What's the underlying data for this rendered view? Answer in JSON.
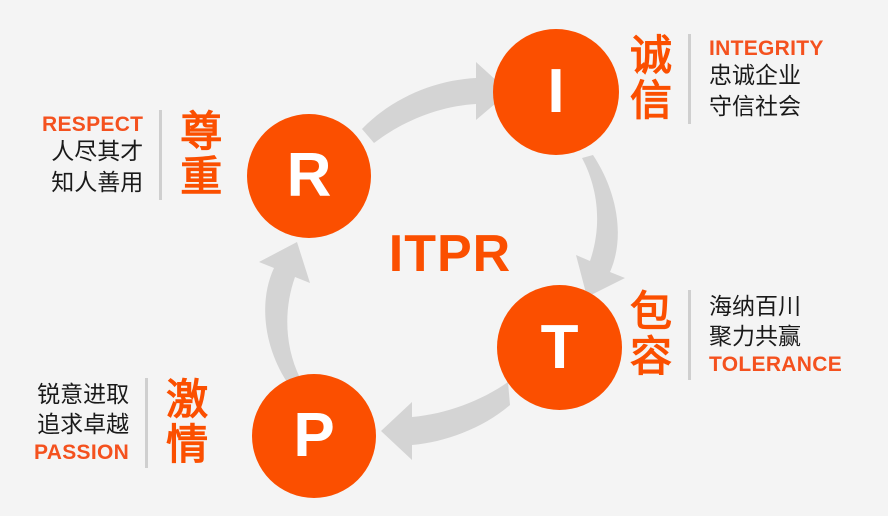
{
  "canvas": {
    "background_color": "#f4f4f4",
    "accent_color": "#fb4f00",
    "accent_text_color": "#f4511e",
    "arrow_color": "#d4d4d4",
    "divider_color": "#cfcfcf",
    "text_color": "#1a1a1a"
  },
  "center": {
    "acronym": "ITPR"
  },
  "nodes": [
    {
      "key": "r",
      "letter": "R"
    },
    {
      "key": "i",
      "letter": "I"
    },
    {
      "key": "t",
      "letter": "T"
    },
    {
      "key": "p",
      "letter": "P"
    }
  ],
  "values": {
    "respect": {
      "english": "RESPECT",
      "chinese_title": "尊重",
      "chinese_title_char_1": "尊",
      "chinese_title_char_2": "重",
      "line_1": "人尽其才",
      "line_2": "知人善用"
    },
    "integrity": {
      "english": "INTEGRITY",
      "chinese_title": "诚信",
      "chinese_title_char_1": "诚",
      "chinese_title_char_2": "信",
      "line_1": "忠诚企业",
      "line_2": "守信社会"
    },
    "tolerance": {
      "english": "TOLERANCE",
      "chinese_title": "包容",
      "chinese_title_char_1": "包",
      "chinese_title_char_2": "容",
      "line_1": "海纳百川",
      "line_2": "聚力共赢"
    },
    "passion": {
      "english": "PASSION",
      "chinese_title": "激情",
      "chinese_title_char_1": "激",
      "chinese_title_char_2": "情",
      "line_1": "锐意进取",
      "line_2": "追求卓越"
    }
  },
  "arrows": [
    {
      "name": "arrow-r-to-i",
      "from": "R",
      "to": "I",
      "direction": "up-right"
    },
    {
      "name": "arrow-i-to-t",
      "from": "I",
      "to": "T",
      "direction": "down"
    },
    {
      "name": "arrow-t-to-p",
      "from": "T",
      "to": "P",
      "direction": "left"
    },
    {
      "name": "arrow-p-to-r",
      "from": "P",
      "to": "R",
      "direction": "up"
    }
  ]
}
